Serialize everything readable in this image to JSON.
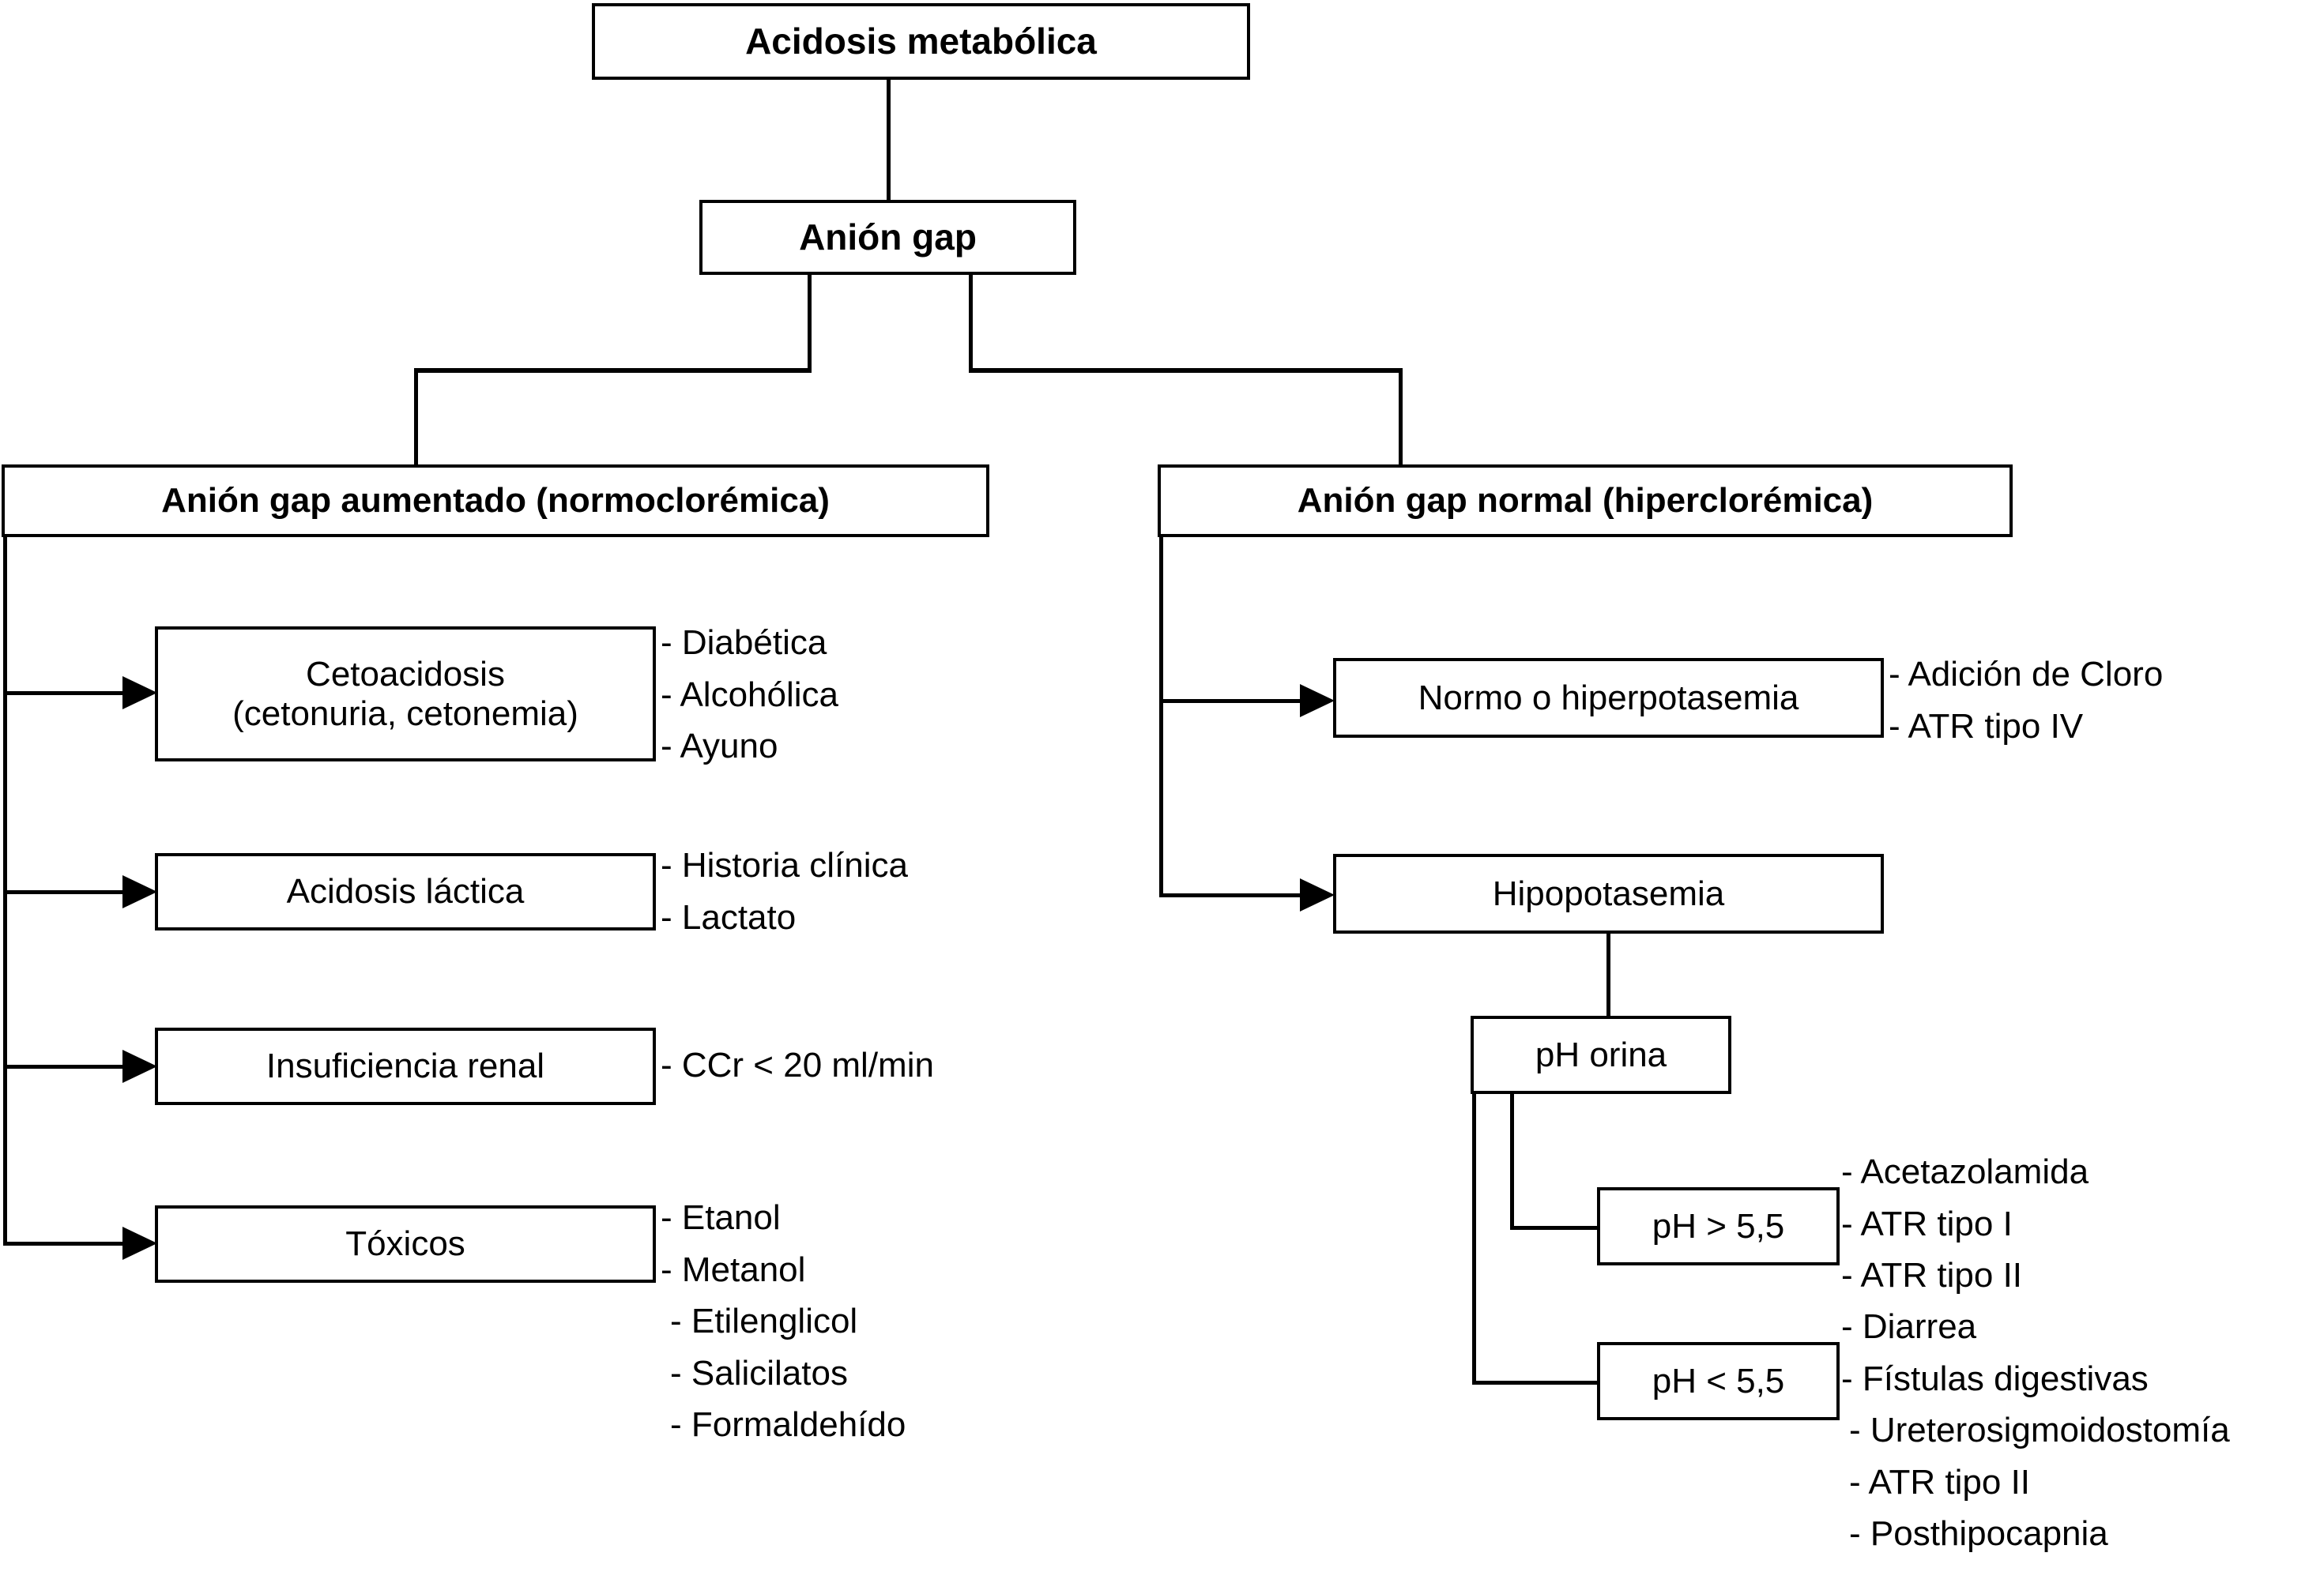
{
  "diagram": {
    "title": "Acidosis metabólica",
    "language": "es",
    "nodes": {
      "root": "Acidosis metabólica",
      "anion_gap": "Anión gap",
      "left_branch": "Anión gap aumentado (normoclorémica)",
      "right_branch": "Anión gap normal (hiperclorémica)",
      "cetoacidosis": "Cetoacidosis\n(cetonuria, cetonemia)",
      "acidosis_lactica": "Acidosis láctica",
      "insuficiencia_renal": "Insuficiencia renal",
      "toxicos": "Tóxicos",
      "normo_hiperpotasemia": "Normo o hiperpotasemia",
      "hipopotasemia": "Hipopotasemia",
      "ph_orina": "pH orina",
      "ph_mayor": "pH > 5,5",
      "ph_menor": "pH < 5,5"
    },
    "annotations": {
      "cetoacidosis": [
        "- Diabética",
        "- Alcohólica",
        "- Ayuno"
      ],
      "acidosis_lactica": [
        "- Historia clínica",
        "- Lactato"
      ],
      "insuficiencia_renal": [
        "- CCr < 20 ml/min"
      ],
      "toxicos": [
        "- Etanol",
        "- Metanol",
        "- Etilenglicol",
        "- Salicilatos",
        "- Formaldehído"
      ],
      "normo_hiperpotasemia": [
        "- Adición de Cloro",
        "- ATR tipo IV"
      ],
      "ph_mayor": [
        "- Acetazolamida",
        "- ATR tipo I",
        "- ATR tipo II"
      ],
      "ph_menor": [
        "- Diarrea",
        "- Fístulas digestivas",
        "- Ureterosigmoidostomía",
        "- ATR tipo II",
        "- Posthipocapnia"
      ]
    },
    "colors": {
      "stroke": "#000000",
      "background": "#ffffff",
      "text": "#000000"
    }
  }
}
